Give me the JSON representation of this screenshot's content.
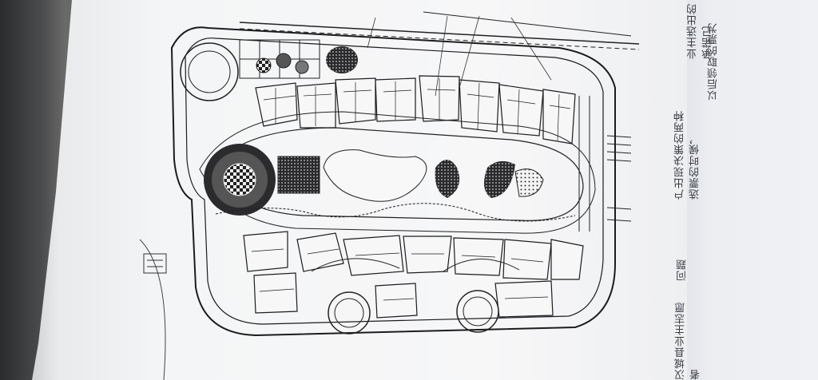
{
  "scene": {
    "description_tag": "photo-of-printed-site-plan"
  },
  "right_page_text": {
    "line1": "业主选出的承诺已",
    "line2": "以后领取的票为",
    "line3": "户出现决策的两种选票的时候，",
    "line4": "问题",
    "line5": "汉城县业主志愿者"
  },
  "colors": {
    "ink": "#1c1c1e",
    "paper": "#f6f6f7",
    "shadow": "#4c4d50"
  }
}
